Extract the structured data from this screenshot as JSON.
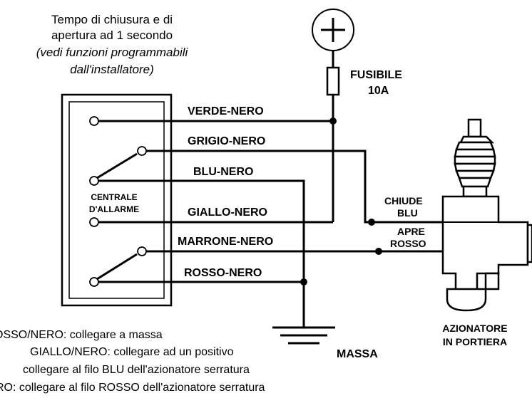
{
  "header_note": {
    "line1": "Tempo di chiusura e di",
    "line2": "apertura ad 1 secondo",
    "line3": "(vedi funzioni programmabili",
    "line4": "dall'installatore)"
  },
  "fuse": {
    "line1": "FUSIBILE",
    "line2": "10A"
  },
  "control_unit": {
    "line1": "CENTRALE",
    "line2": "D'ALLARME"
  },
  "wires": {
    "verde_nero": "VERDE-NERO",
    "grigio_nero": "GRIGIO-NERO",
    "blu_nero": "BLU-NERO",
    "giallo_nero": "GIALLO-NERO",
    "marrone_nero": "MARRONE-NERO",
    "rosso_nero": "ROSSO-NERO"
  },
  "actuator_terminals": {
    "chiude": "CHIUDE",
    "blu": "BLU",
    "apre": "APRE",
    "rosso": "ROSSO"
  },
  "actuator": {
    "line1": "AZIONATORE",
    "line2": "IN PORTIERA"
  },
  "ground": {
    "label": "MASSA"
  },
  "footer_notes": {
    "line1": "OSSO/NERO: collegare a massa",
    "line2": "GIALLO/NERO: collegare ad un positivo",
    "line3": "collegare al filo BLU dell'azionatore serratura",
    "line4": "RO: collegare al filo ROSSO dell'azionatore serratura"
  }
}
